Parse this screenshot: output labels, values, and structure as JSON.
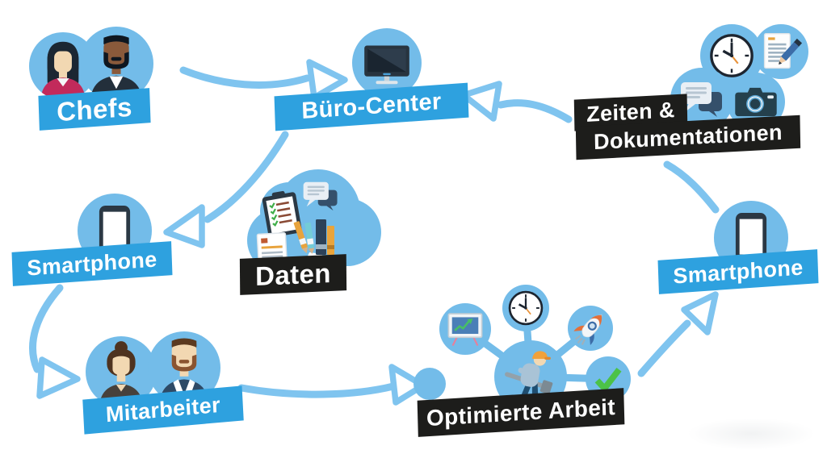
{
  "colors": {
    "background": "#ffffff",
    "circle_blue": "#73BCE9",
    "arrow_blue": "#7FC4EF",
    "banner_blue": "#2EA1DF",
    "banner_black": "#1D1D1B",
    "text_white": "#ffffff"
  },
  "nodes": {
    "chefs": {
      "label": "Chefs",
      "banner_style": "blue",
      "icons": [
        "female-boss",
        "male-boss"
      ]
    },
    "buero_center": {
      "label": "Büro-Center",
      "banner_style": "blue",
      "icons": [
        "desktop-monitor"
      ]
    },
    "zeiten_dokumentationen": {
      "label_line1": "Zeiten &",
      "label_line2": "Dokumentationen",
      "banner_style": "black",
      "icons": [
        "chat-bubbles",
        "clock",
        "note-with-pencil",
        "camera"
      ]
    },
    "smartphone_left": {
      "label": "Smartphone",
      "banner_style": "blue",
      "icons": [
        "smartphone"
      ]
    },
    "daten": {
      "label": "Daten",
      "banner_style": "black",
      "icons": [
        "clipboard-checklist",
        "chat-bubbles",
        "books-and-pencils",
        "document"
      ]
    },
    "mitarbeiter": {
      "label": "Mitarbeiter",
      "banner_style": "blue",
      "icons": [
        "female-worker",
        "male-worker"
      ]
    },
    "optimierte_arbeit": {
      "label": "Optimierte Arbeit",
      "banner_style": "black",
      "icons": [
        "chart-presentation",
        "clock",
        "rocket",
        "checkmark",
        "construction-worker"
      ]
    },
    "smartphone_right": {
      "label": "Smartphone",
      "banner_style": "blue",
      "icons": [
        "smartphone"
      ]
    }
  },
  "flow": [
    {
      "from": "chefs",
      "to": "buero_center"
    },
    {
      "from": "zeiten_dokumentationen",
      "to": "buero_center"
    },
    {
      "from": "buero_center",
      "to": "smartphone_left"
    },
    {
      "from": "smartphone_left",
      "to": "mitarbeiter"
    },
    {
      "from": "mitarbeiter",
      "to": "optimierte_arbeit"
    },
    {
      "from": "optimierte_arbeit",
      "to": "smartphone_right"
    },
    {
      "from": "smartphone_right",
      "to": "zeiten_dokumentationen"
    }
  ]
}
